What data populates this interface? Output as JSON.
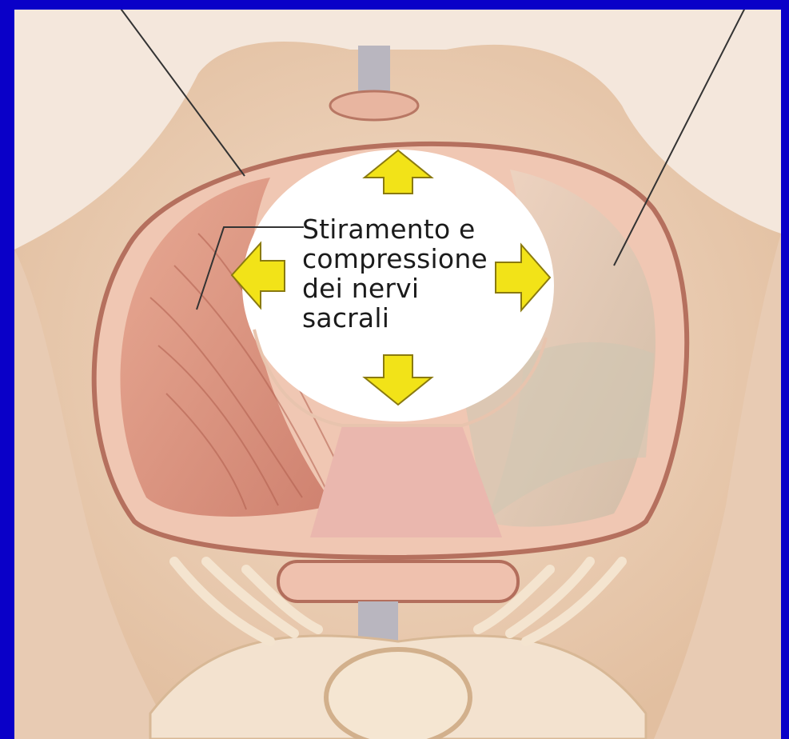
{
  "annotation": {
    "lines": [
      "Stiramento e",
      "compressione",
      "dei nervi",
      "sacrali"
    ]
  },
  "colors": {
    "background": "#0a00c8",
    "arrow_fill": "#f2e318",
    "arrow_stroke": "#8a7a10",
    "tissue": "#e9c3a6",
    "muscle": "#d98f7c",
    "opening": "#ffffff"
  },
  "icons": {
    "arrows": [
      "arrow-up-icon",
      "arrow-left-icon",
      "arrow-right-icon",
      "arrow-down-icon"
    ]
  }
}
